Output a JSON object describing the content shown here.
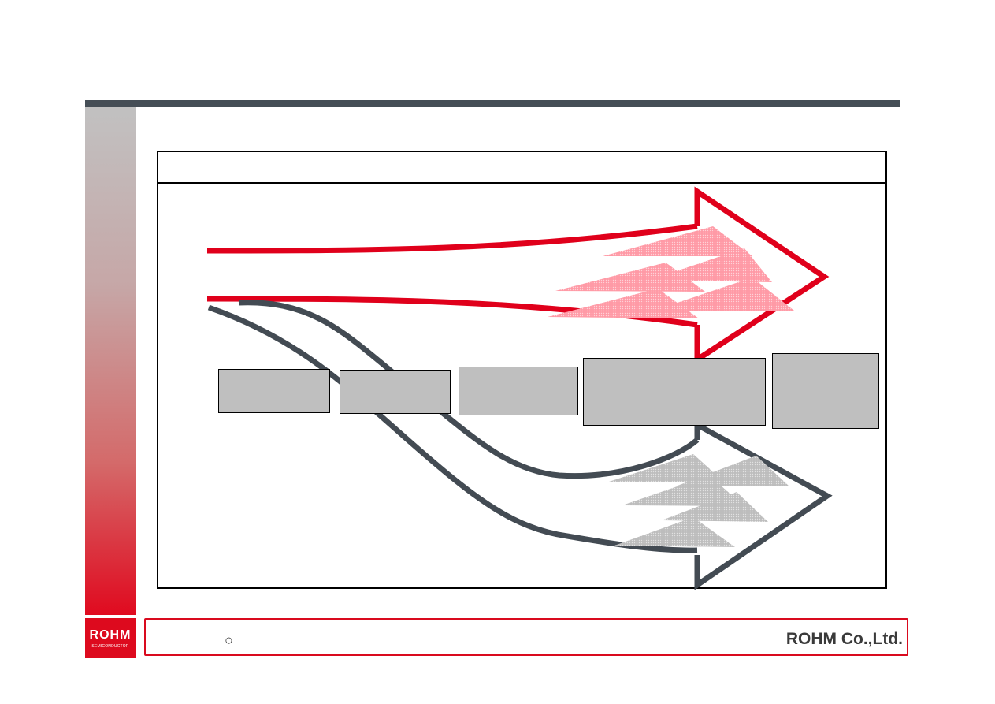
{
  "header": {
    "bar_color": "#454e56"
  },
  "logo": {
    "name": "ROHM",
    "tagline": "SEMICONDUCTOR",
    "color": "#dd0a1e"
  },
  "footer": {
    "mark": "○",
    "company": "ROHM Co.,Ltd."
  },
  "diagram": {
    "upper_arrow_color": "#e0001b",
    "lower_arrow_color": "#434b53",
    "box_color": "#bfbfbf",
    "box_count": 5
  }
}
